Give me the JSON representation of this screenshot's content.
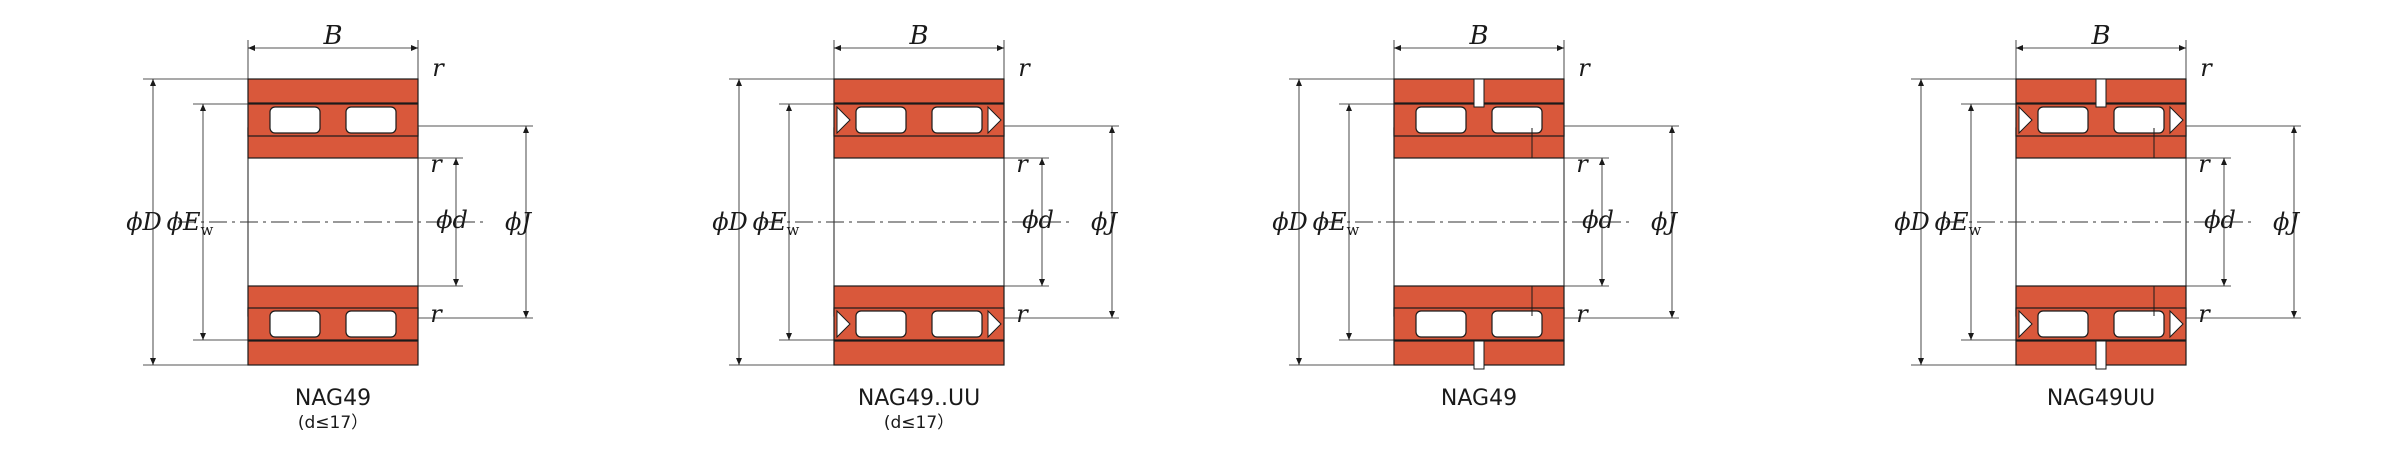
{
  "colors": {
    "section": "#d9583b",
    "outline": "#1a1a1a",
    "roller": "#ffffff"
  },
  "labels": {
    "width": "B",
    "fillet": "r",
    "outer_dia": "ϕD",
    "roller_dia_symbol": "ϕE",
    "roller_dia_sub": "w",
    "bore_dia": "ϕd",
    "shoulder_dia": "ϕJ"
  },
  "figures": [
    {
      "caption": "NAG49",
      "note": "(d≤17）",
      "seal": false,
      "split": false
    },
    {
      "caption": "NAG49..UU",
      "note": "(d≤17）",
      "seal": true,
      "split": false
    },
    {
      "caption": "NAG49",
      "note": "",
      "seal": false,
      "split": true
    },
    {
      "caption": "NAG49UU",
      "note": "",
      "seal": true,
      "split": true
    }
  ]
}
